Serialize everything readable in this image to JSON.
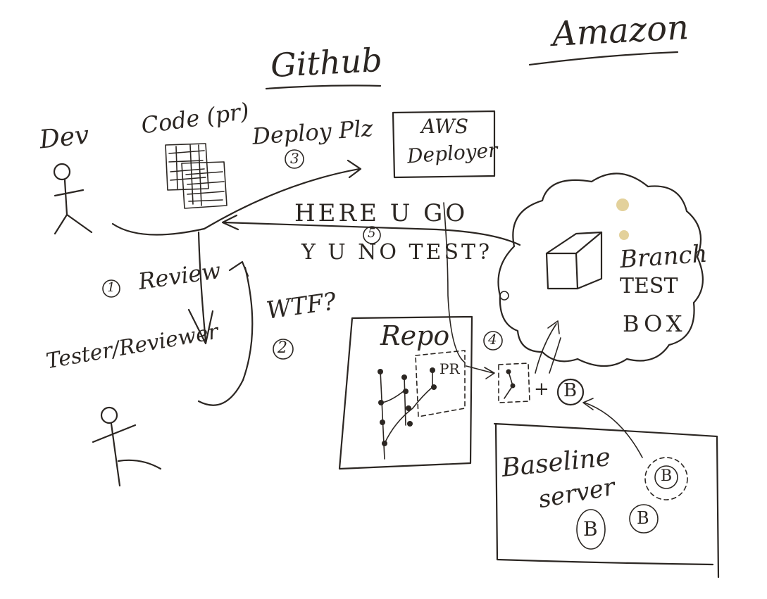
{
  "headings": {
    "github": "Github",
    "amazon": "Amazon"
  },
  "actors": {
    "dev": "Dev",
    "code": "Code (pr)",
    "tester": "Tester/Reviewer"
  },
  "steps": {
    "s1": "1",
    "s1_label": "Review",
    "s2": "2",
    "s2_label": "WTF?",
    "s3": "3",
    "s3_label": "Deploy Plz",
    "s4": "4",
    "s5": "5",
    "s5_label_top": "HERE U GO",
    "s5_label_bottom": "Y U NO TEST?"
  },
  "boxes": {
    "aws_deployer_line1": "AWS",
    "aws_deployer_line2": "Deployer",
    "repo": "Repo",
    "pr": "PR",
    "branch_test_box_line1": "Branch",
    "branch_test_box_line2": "TEST",
    "branch_test_box_line3": "BOX",
    "baseline_server_line1": "Baseline",
    "baseline_server_line2": "server",
    "baseline_marker": "B",
    "plus": "+"
  },
  "colors": {
    "ink": "#2b2622",
    "stain": "#d9c27a",
    "paper": "#ffffff"
  }
}
